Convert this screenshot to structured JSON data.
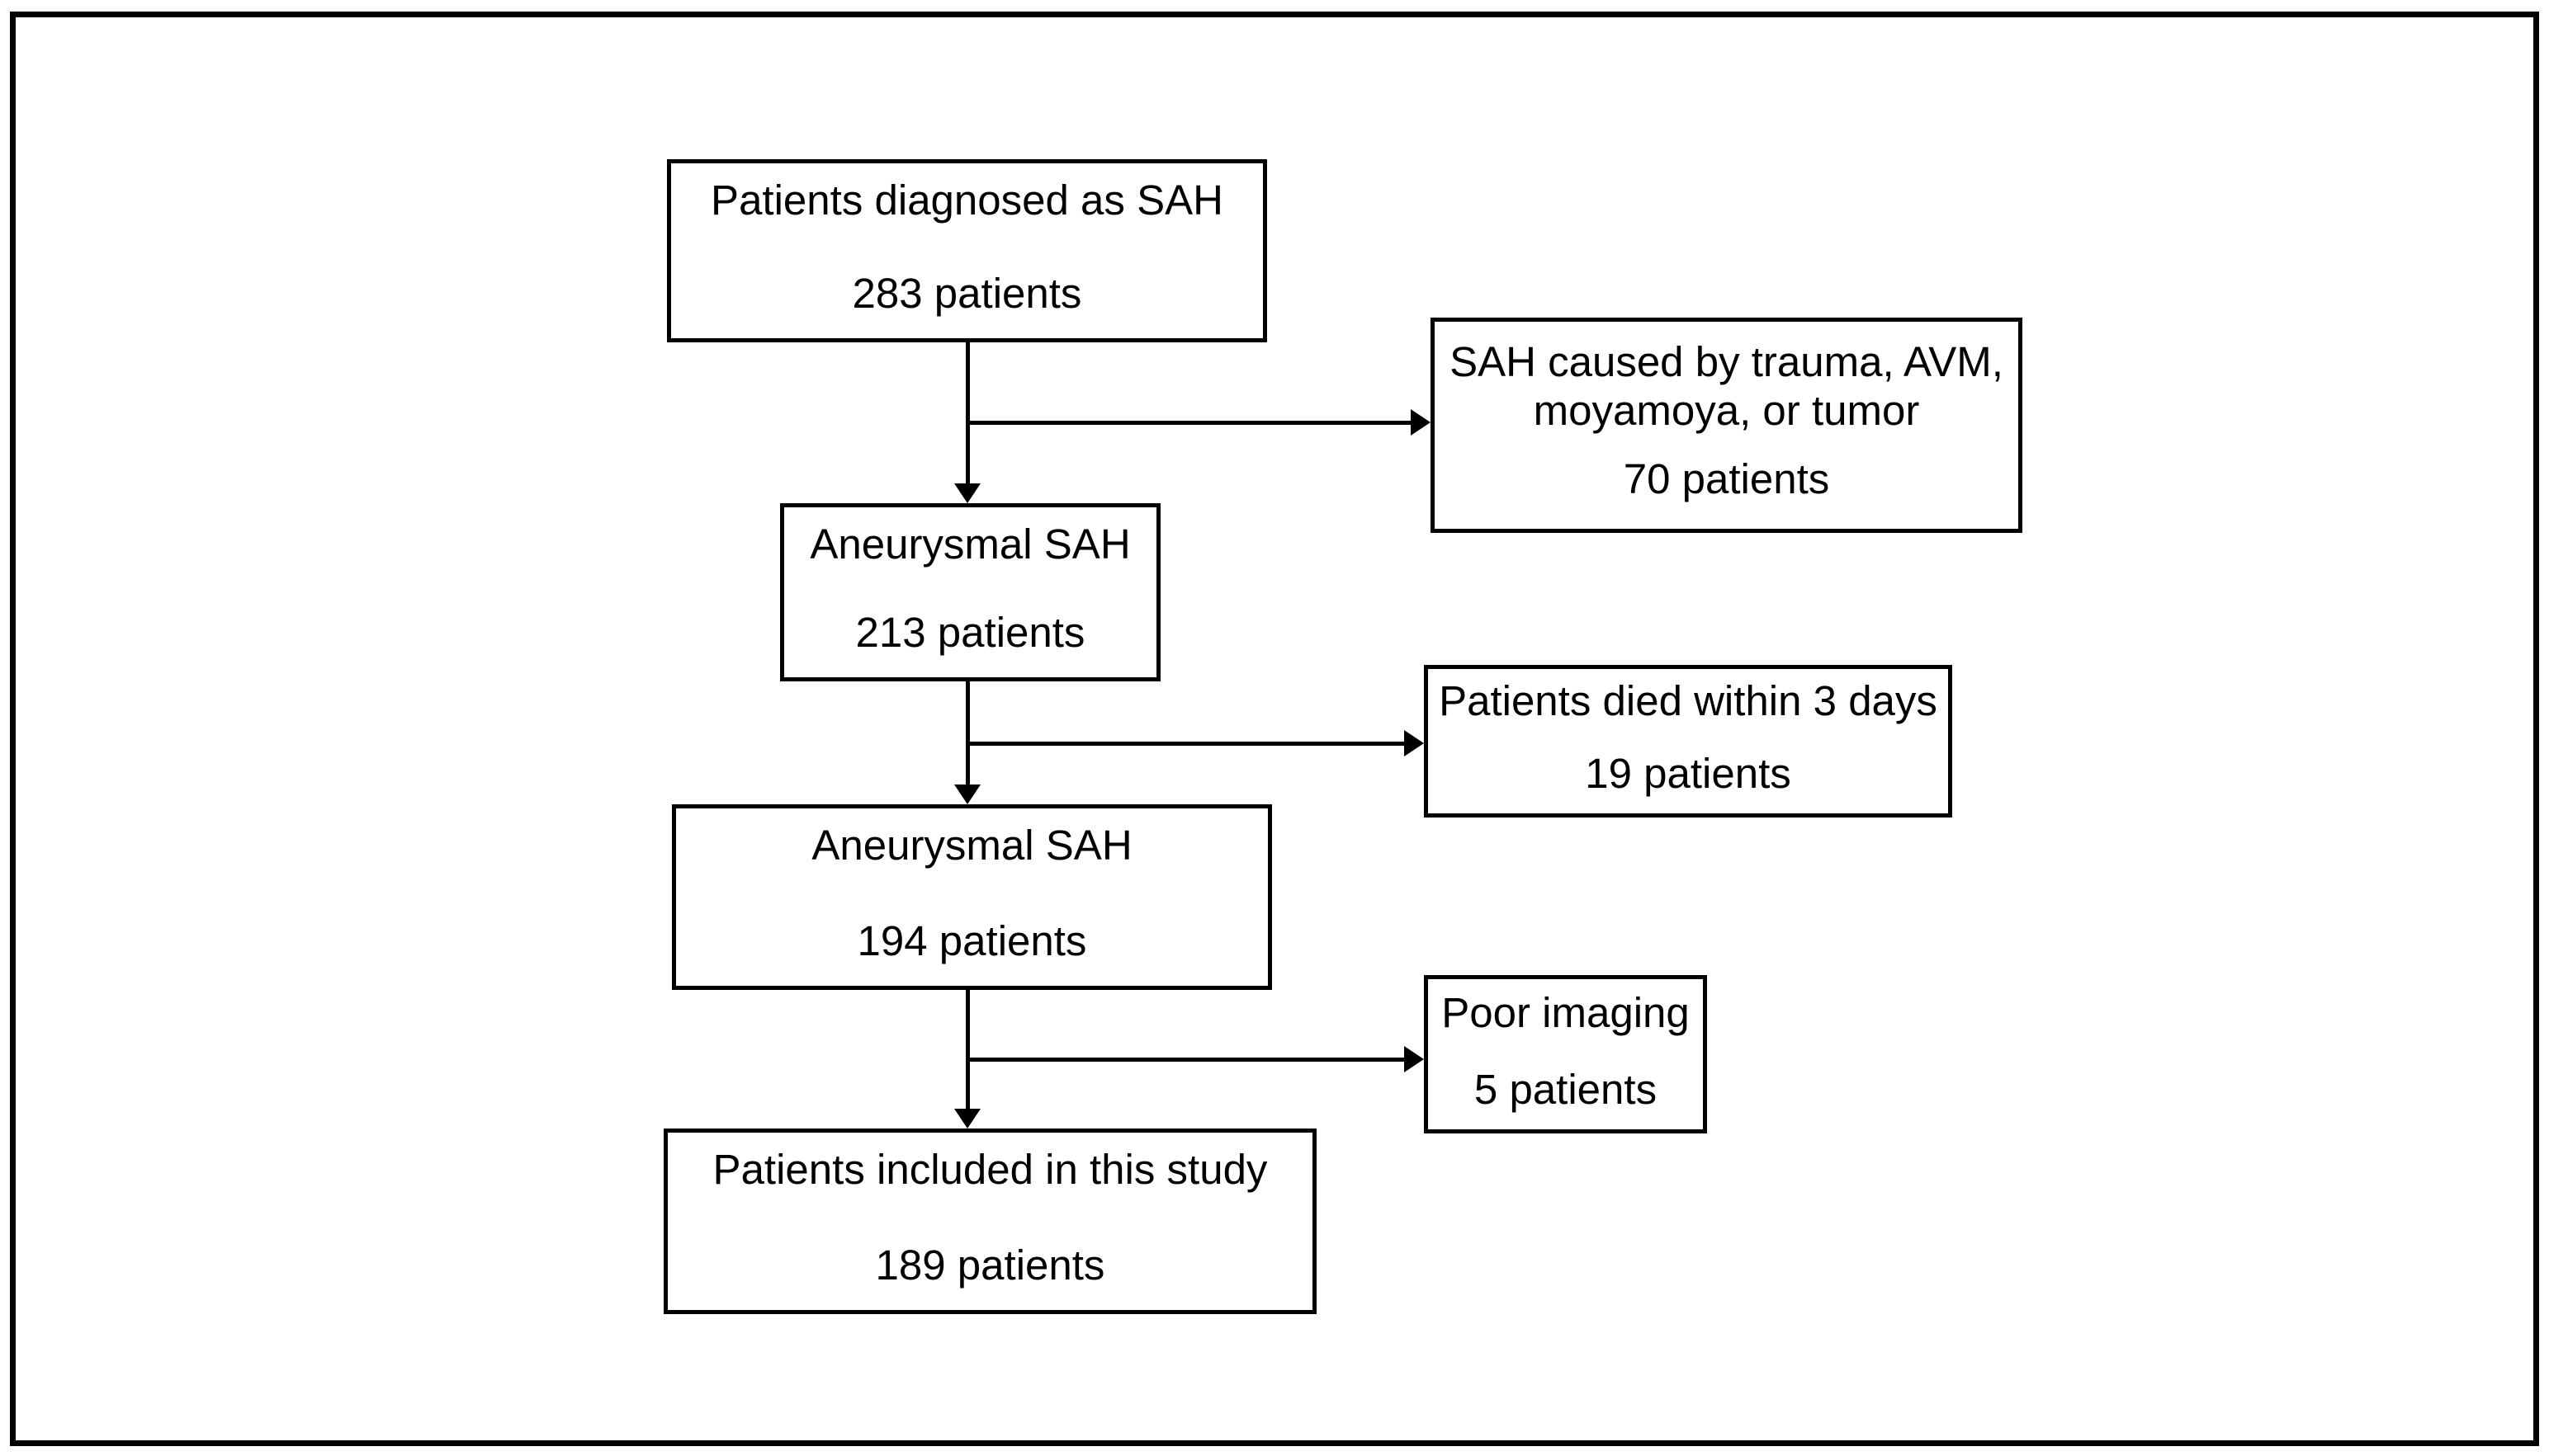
{
  "flow": {
    "main_path": [
      {
        "id": "diagnosed-sah",
        "label": "Patients diagnosed as SAH",
        "count": "283 patients"
      },
      {
        "id": "aneurysmal-sah-213",
        "label": "Aneurysmal SAH",
        "count": "213 patients"
      },
      {
        "id": "aneurysmal-sah-194",
        "label": "Aneurysmal SAH",
        "count": "194 patients"
      },
      {
        "id": "included-in-study",
        "label": "Patients included in this study",
        "count": "189 patients"
      }
    ],
    "exclusions": [
      {
        "id": "excluded-trauma",
        "label": "SAH caused by trauma, AVM, moyamoya, or tumor",
        "count": "70 patients"
      },
      {
        "id": "excluded-died",
        "label": "Patients died within 3 days",
        "count": "19 patients"
      },
      {
        "id": "excluded-poor-imaging",
        "label": "Poor imaging",
        "count": "5 patients"
      }
    ],
    "edges": [
      {
        "from": "diagnosed-sah",
        "to": "aneurysmal-sah-213",
        "type": "down-arrow"
      },
      {
        "from": "diagnosed-sah",
        "to": "excluded-trauma",
        "type": "right-branch-arrow"
      },
      {
        "from": "aneurysmal-sah-213",
        "to": "aneurysmal-sah-194",
        "type": "down-arrow"
      },
      {
        "from": "aneurysmal-sah-213",
        "to": "excluded-died",
        "type": "right-branch-arrow"
      },
      {
        "from": "aneurysmal-sah-194",
        "to": "included-in-study",
        "type": "down-arrow"
      },
      {
        "from": "aneurysmal-sah-194",
        "to": "excluded-poor-imaging",
        "type": "right-branch-arrow"
      }
    ],
    "colors": {
      "background": "#ffffff",
      "box_border": "#000000",
      "line": "#000000",
      "text": "#000000"
    }
  }
}
